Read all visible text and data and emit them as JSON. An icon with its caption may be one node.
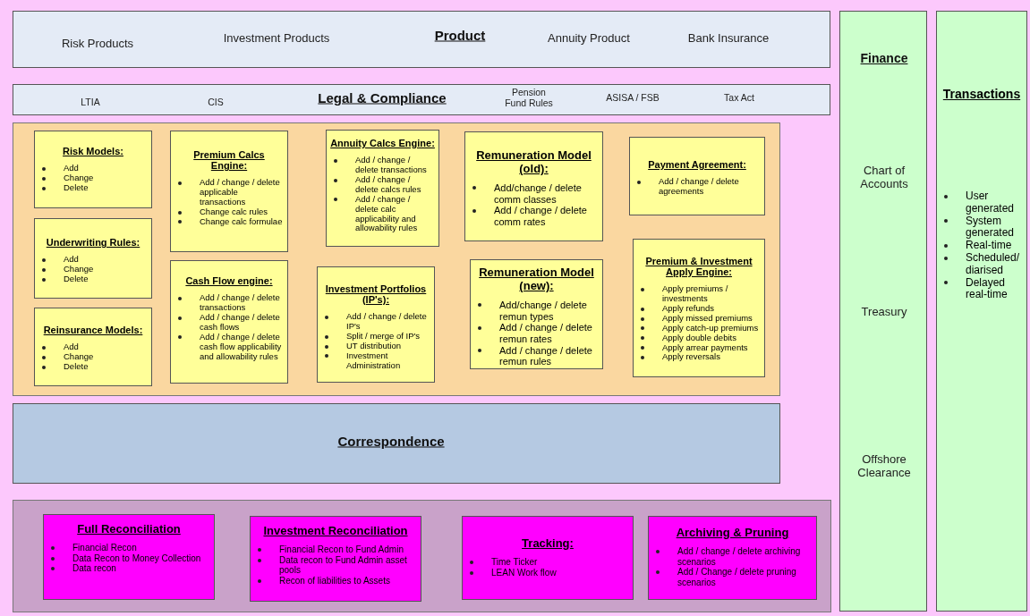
{
  "diagram": {
    "nodes": [
      {
        "text": [
          "Risk Products",
          "Investment Products",
          "Product",
          "Annuity Product",
          "Bank Insurance"
        ]
      },
      {
        "text": [
          "LTIA",
          "CIS",
          "Legal & Compliance",
          "Pension Fund Rules",
          "ASISA / FSB",
          "Tax Act"
        ]
      },
      {
        "text": [],
        "shape": "box"
      },
      {
        "text": [
          "Risk Models:",
          "Add",
          "Change",
          "Delete"
        ],
        "in": 2
      },
      {
        "text": [
          "Underwriting Rules:",
          "Add",
          "Change",
          "Delete"
        ],
        "in": 2
      },
      {
        "text": [
          "Reinsurance Models:",
          "Add",
          "Change",
          "Delete"
        ],
        "in": 2
      },
      {
        "text": [
          "Premium Calcs Engine:",
          "Add / change / delete applicable transactions",
          "Change calc rules",
          "Change calc formulae"
        ],
        "in": 2
      },
      {
        "text": [
          "Cash Flow engine:",
          "Add / change / delete transactions",
          "Add / change / delete cash flows",
          "Add / change / delete cash flow applicability and allowability rules"
        ],
        "in": 2
      },
      {
        "text": [
          "Annuity Calcs Engine:",
          "Add / change / delete transactions",
          "Add / change / delete calcs rules",
          "Add / change / delete calc applicability and allowability rules"
        ],
        "in": 2
      },
      {
        "text": [
          "Investment Portfolios (IP's):",
          "Add / change / delete IP's",
          "Split / merge of IP's",
          "UT distribution",
          "Investment Administration"
        ],
        "in": 2
      },
      {
        "text": [
          "Remuneration Model (old):",
          "Add/change / delete comm classes",
          "Add / change / delete comm rates"
        ],
        "in": 2
      },
      {
        "text": [
          "Remuneration Model (new):",
          "Add/change / delete remun types",
          "Add / change / delete remun rates",
          "Add / change / delete remun rules"
        ],
        "in": 2
      },
      {
        "text": [
          "Payment Agreement:",
          "Add / change / delete agreements"
        ],
        "in": 2
      },
      {
        "text": [
          "Premium & Investment Apply Engine:",
          "Apply premiums / investments",
          "Apply refunds",
          "Apply missed premiums",
          "Apply catch-up premiums",
          "Apply double debits",
          "Apply arrear payments",
          "Apply reversals"
        ],
        "in": 2
      },
      {
        "text": [
          "Correspondence"
        ]
      },
      {
        "text": [],
        "shape": "box"
      },
      {
        "text": [
          "Full Reconciliation",
          "Financial Recon",
          "Data Recon to Money Collection",
          "Data recon"
        ],
        "in": 15
      },
      {
        "text": [
          "Investment Reconciliation",
          "Financial Recon to Fund Admin",
          "Data recon to Fund Admin asset pools",
          "Recon of liabilities to Assets"
        ],
        "in": 15
      },
      {
        "text": [
          "Tracking:",
          "Time Ticker",
          "LEAN Work flow"
        ],
        "in": 15
      },
      {
        "text": [
          "Archiving & Pruning",
          "Add / change / delete archiving scenarios",
          "Add / Change / delete pruning scenarios"
        ],
        "in": 15
      },
      {
        "text": [
          "Finance",
          "Chart of Accounts",
          "Treasury",
          "Offshore Clearance"
        ]
      },
      {
        "text": [
          "Transactions",
          "User generated",
          "System generated",
          "Real-time",
          "Scheduled/ diarised",
          "Delayed real-time"
        ]
      }
    ]
  }
}
